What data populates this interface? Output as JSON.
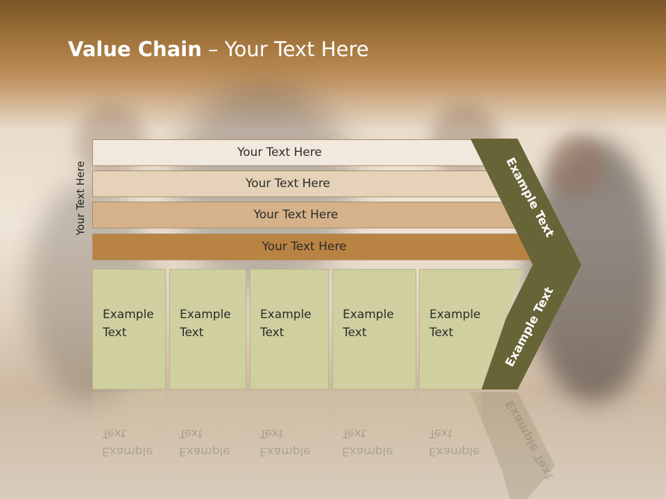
{
  "title": {
    "bold": "Value Chain",
    "rest": " – Your Text Here"
  },
  "side_label": "Your Text Here",
  "bars": [
    {
      "label": "Your Text Here",
      "color": "#f1e9de"
    },
    {
      "label": "Your Text Here",
      "color": "#e6d2b8"
    },
    {
      "label": "Your Text Here",
      "color": "#d5b28a"
    },
    {
      "label": "Your Text Here",
      "color": "#b98343"
    }
  ],
  "boxes": [
    {
      "line1": "Example",
      "line2": "Text"
    },
    {
      "line1": "Example",
      "line2": "Text"
    },
    {
      "line1": "Example",
      "line2": "Text"
    },
    {
      "line1": "Example",
      "line2": "Text"
    },
    {
      "line1": "Example",
      "line2": "Text"
    }
  ],
  "chevron": {
    "upper_text": "Example Text",
    "lower_text": "Example Text",
    "color": "#676437"
  }
}
